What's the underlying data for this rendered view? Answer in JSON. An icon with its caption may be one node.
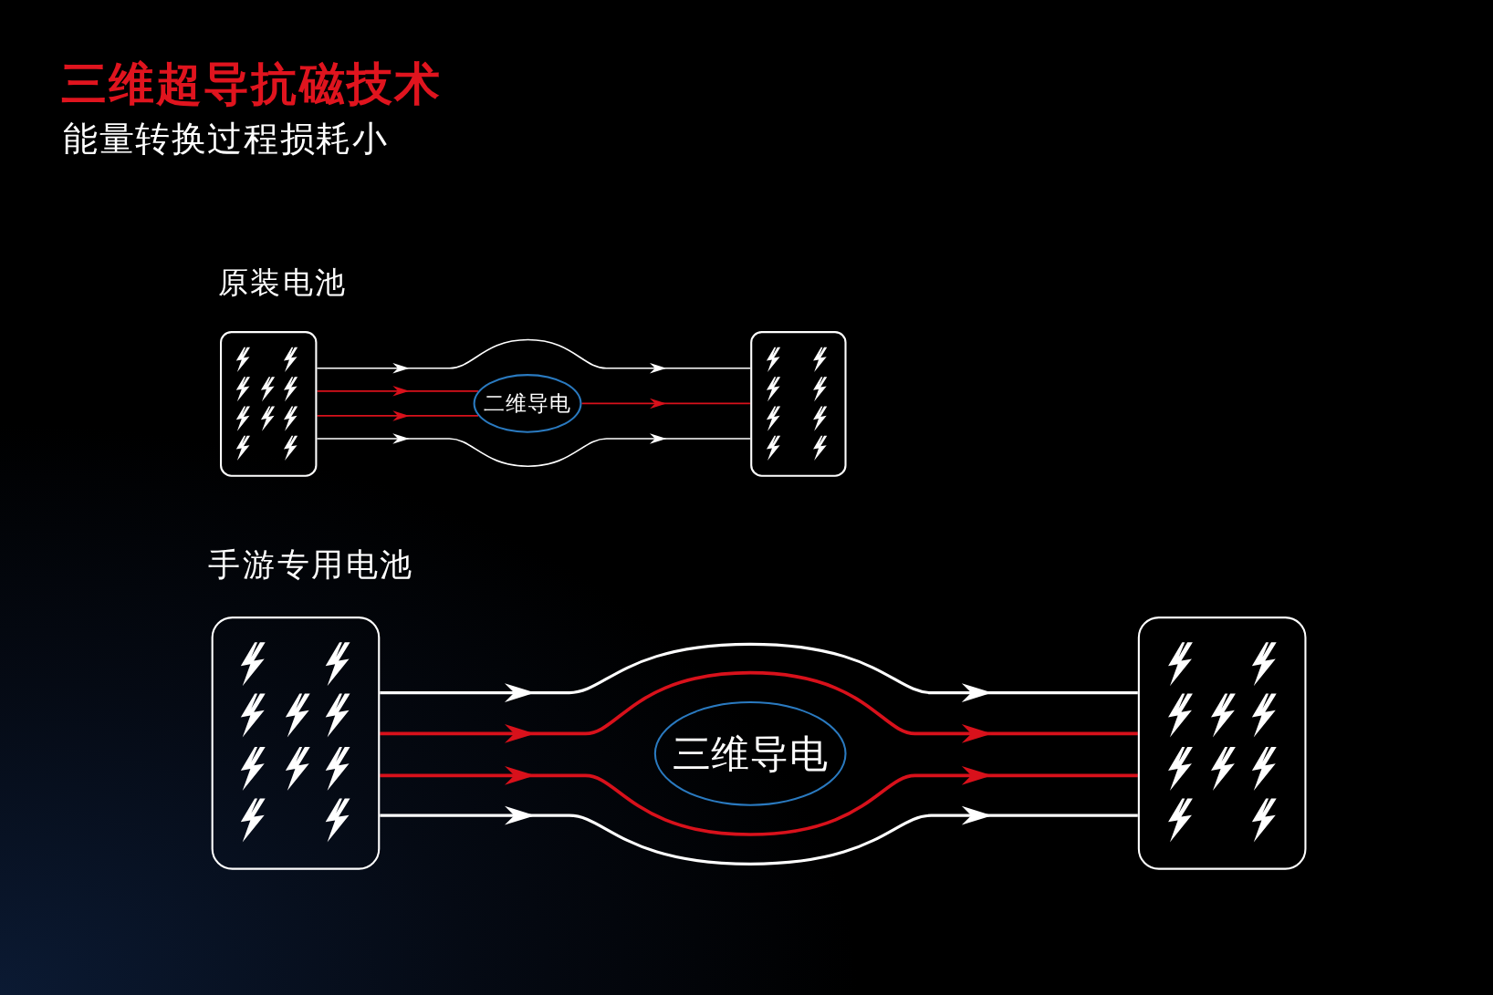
{
  "diagram": {
    "title": "三维超导抗磁技术",
    "nodes": [
      {
        "text": [],
        "shape": "box"
      },
      {
        "text": [
          "二维导电"
        ]
      },
      {
        "text": [],
        "shape": "box"
      },
      {
        "text": [],
        "shape": "box"
      },
      {
        "text": [
          "三维导电"
        ]
      },
      {
        "text": [],
        "shape": "box"
      }
    ],
    "edges": [
      {
        "from": 0,
        "to": 2,
        "arrow": "to",
        "color": "#ffffff"
      },
      {
        "from": 0,
        "to": 1,
        "arrow": "to",
        "color": "#d8111b"
      },
      {
        "from": 0,
        "to": 1,
        "arrow": "to",
        "color": "#d8111b"
      },
      {
        "from": 1,
        "to": 2,
        "arrow": "to",
        "color": "#d8111b"
      },
      {
        "from": 0,
        "to": 2,
        "arrow": "to",
        "color": "#ffffff"
      },
      {
        "from": 3,
        "to": 5,
        "arrow": "to",
        "color": "#ffffff"
      },
      {
        "from": 3,
        "to": 5,
        "arrow": "to",
        "color": "#d8111b"
      },
      {
        "from": 3,
        "to": 5,
        "arrow": "to",
        "color": "#d8111b"
      },
      {
        "from": 3,
        "to": 5,
        "arrow": "to",
        "color": "#ffffff"
      }
    ],
    "labels": [
      "能量转换过程损耗小",
      "原装电池",
      "手游专用电池"
    ]
  }
}
